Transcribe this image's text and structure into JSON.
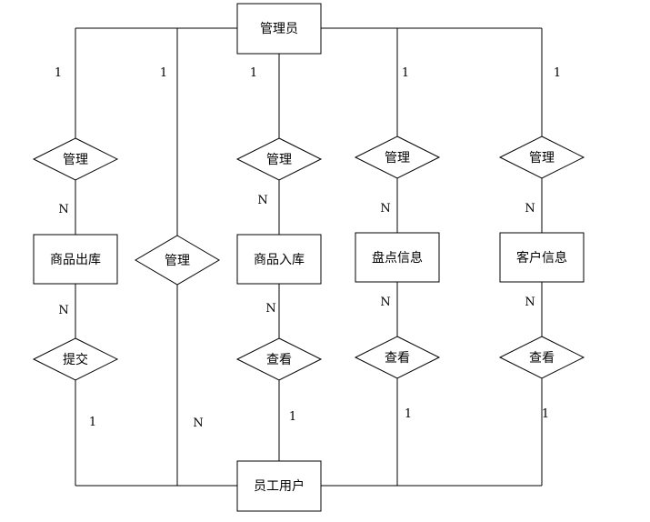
{
  "entities": {
    "admin": "管理员",
    "outbound": "商品出库",
    "inbound": "商品入库",
    "inventory": "盘点信息",
    "customer": "客户信息",
    "employee": "员工用户"
  },
  "relationships": {
    "manage_outbound": "管理",
    "manage_employee": "管理",
    "manage_inbound": "管理",
    "manage_inventory": "管理",
    "manage_customer": "管理",
    "submit_outbound": "提交",
    "view_inbound": "查看",
    "view_inventory": "查看",
    "view_customer": "查看"
  },
  "cardinalities": {
    "admin_outbound": "1",
    "admin_employee": "1",
    "admin_inbound": "1",
    "admin_inventory": "1",
    "admin_customer": "1",
    "outbound_manage": "N",
    "inbound_manage": "N",
    "inventory_manage": "N",
    "customer_manage": "N",
    "outbound_submit": "N",
    "inbound_view": "N",
    "inventory_view": "N",
    "customer_view": "N",
    "employee_submit": "1",
    "employee_manage": "N",
    "employee_inbound_view": "1",
    "employee_inventory_view": "1",
    "employee_customer_view": "1"
  }
}
